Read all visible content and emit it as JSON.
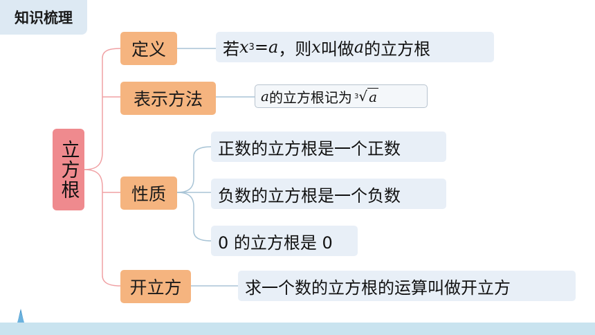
{
  "header": {
    "title": "知识梳理"
  },
  "root": {
    "label": "立方根"
  },
  "categories": {
    "definition": {
      "label": "定义"
    },
    "notation": {
      "label": "表示方法"
    },
    "properties": {
      "label": "性质"
    },
    "operation": {
      "label": "开立方"
    }
  },
  "leaves": {
    "definition": {
      "p1": "若 ",
      "x1": "x",
      "sup": "3",
      "eq": "=",
      "a1": "a",
      "p2": "，则 ",
      "x2": "x",
      "p3": " 叫做 ",
      "a2": "a",
      "p4": " 的立方根"
    },
    "notation": {
      "a": "a",
      "text": " 的立方根记为",
      "root_index": "3",
      "radical": "√",
      "radicand": "a"
    },
    "properties": [
      "正数的立方根是一个正数",
      "负数的立方根是一个负数",
      "0 的立方根是 0"
    ],
    "operation": "求一个数的立方根的运算叫做开立方"
  },
  "colors": {
    "root": "#ef8a8e",
    "category": "#f5b47f",
    "leaf": "#e8eff7",
    "connector": "#f0a0a3",
    "header_bg": "#dde9f3"
  }
}
